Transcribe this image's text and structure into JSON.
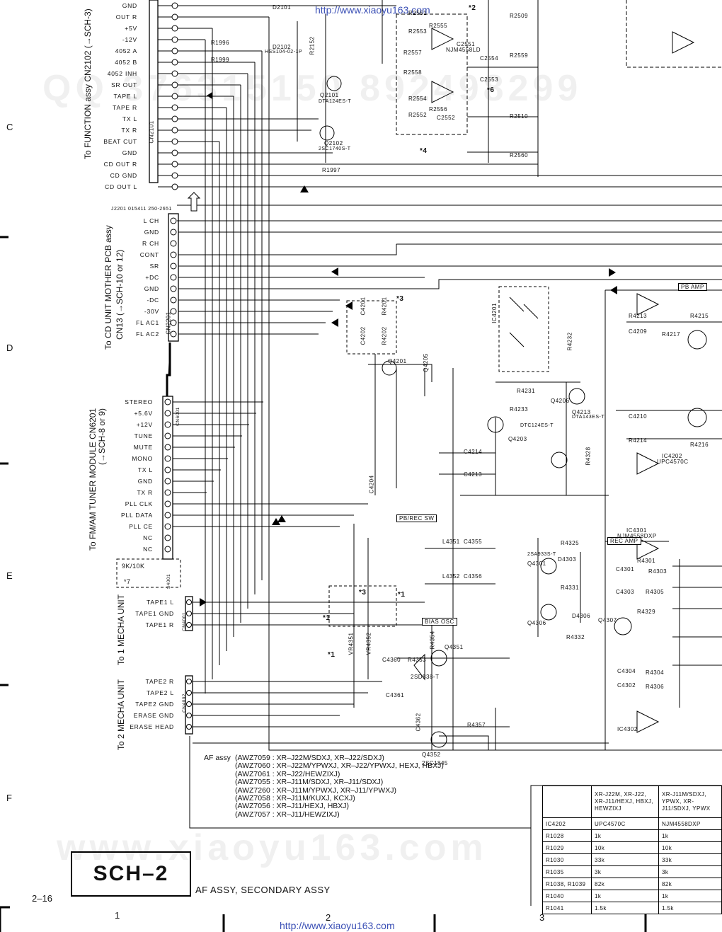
{
  "sheet": {
    "id": "SCH–2",
    "title": "AF ASSY, SECONDARY ASSY",
    "page": "2–16",
    "row_marks": [
      "C",
      "D",
      "E",
      "F"
    ],
    "col_marks": [
      "1",
      "2",
      "3"
    ],
    "url_top": "http://www.xiaoyu163.com",
    "url_bottom": "http://www.xiaoyu163.com",
    "watermark_main": "www.xiaoyu163.com",
    "watermark_qq": "QQ 376315150  892498299"
  },
  "connectors": {
    "function": {
      "label": "To FUNCTION assy CN2102 (→SCH-3)",
      "ref": "CN2101",
      "pins": [
        "GND",
        "OUT R",
        "+5V",
        "-12V",
        "4052 A",
        "4052 B",
        "4052 INH",
        "SR OUT",
        "TAPE L",
        "TAPE R",
        "TX L",
        "TX R",
        "BEAT CUT",
        "GND",
        "CD OUT R",
        "CD GND",
        "CD OUT L"
      ]
    },
    "cd_mother": {
      "label": "To CD UNIT MOTHER PCB assy",
      "label2": "CN13 (→SCH-10 or 12)",
      "ref": "CN2201",
      "header": "J2201 015411 250-2651",
      "pins": [
        "L CH",
        "GND",
        "R CH",
        "CONT",
        "SR",
        "+DC",
        "GND",
        "-DC",
        "-30V",
        "FL AC1",
        "FL AC2"
      ]
    },
    "tuner": {
      "label": "To FM/AM TUNER MODULE CN6201",
      "label2": "(→SCH-8 or 9)",
      "ref": "CN6001",
      "pins": [
        "STEREO",
        "+5.6V",
        "+12V",
        "TUNE",
        "MUTE",
        "MONO",
        "TX L",
        "GND",
        "TX R",
        "PLL CLK",
        "PLL DATA",
        "PLL CE",
        "NC",
        "NC"
      ]
    },
    "switch_9k": {
      "label": "9K/10K",
      "mark": "*7",
      "ref": "S4001"
    },
    "mecha1": {
      "label": "To 1 MECHA UNIT",
      "ref": "CN4001",
      "pins": [
        "TAPE1 L",
        "TAPE1 GND",
        "TAPE1 R"
      ]
    },
    "mecha2": {
      "label": "To 2 MECHA UNIT",
      "ref": "CN4002",
      "pins": [
        "TAPE2 R",
        "TAPE2 L",
        "TAPE2 GND",
        "ERASE GND",
        "ERASE HEAD"
      ]
    }
  },
  "blocks": {
    "pb_amp": "PB AMP",
    "rec_amp": "REC AMP",
    "pb_rec_sw": "PB/REC SW",
    "bias_osc": "BIAS OSC"
  },
  "parts_labels": [
    "R2551",
    "R2553",
    "R2555",
    "R2557",
    "R2558",
    "R2554",
    "R2552",
    "R2556",
    "C2551",
    "C2552",
    "C2553",
    "C2554",
    "NJM4558LD",
    "R2509",
    "R2559",
    "R2510",
    "R2560",
    "Q2101",
    "Q2102",
    "DTA124ES-T",
    "2SC1740S-T",
    "D2101",
    "D2102",
    "HSS104-02-1P",
    "R1996",
    "R1999",
    "R1997",
    "R2152",
    "IC4201",
    "IC4202",
    "UPC4570C",
    "R4213",
    "R4215",
    "R4217",
    "C4209",
    "C4210",
    "R4214",
    "R4216",
    "Q4201",
    "Q4203",
    "Q4205",
    "Q4206",
    "Q4213",
    "DTC124ES-T",
    "DTA143ES-T",
    "R4231",
    "R4232",
    "R4233",
    "C4213",
    "C4214",
    "C4204",
    "C4202",
    "C4201",
    "R4201",
    "R4202",
    "IC4301",
    "NJM4558DXP",
    "R4301",
    "R4303",
    "R4305",
    "R4325",
    "R4329",
    "R4331",
    "R4332",
    "C4301",
    "C4303",
    "Q4301",
    "Q4306",
    "Q4307",
    "D4303",
    "D4306",
    "2SA933S-T",
    "L4351",
    "L4352",
    "C4355",
    "C4356",
    "C4360",
    "C4361",
    "C4362",
    "Q4351",
    "Q4352",
    "R4353",
    "R4354",
    "R4357",
    "2SD838-T",
    "2SC1845",
    "IC4302",
    "R4304",
    "R4306",
    "C4302",
    "C4304",
    "VR4351",
    "VR4352",
    "R4328"
  ],
  "marks": {
    "top_notes": [
      "*2",
      "*6",
      "*4",
      "*3",
      "*1",
      "*3",
      "*1",
      "*1"
    ],
    "arrow_note": "⇧"
  },
  "af_assy_variants": {
    "heading": "AF assy",
    "items": [
      "(AWZ7059 : XR–J22M/SDXJ, XR–J22/SDXJ)",
      "(AWZ7060 : XR–J22M/YPWXJ, XR–J22/YPWXJ, HEXJ, HBXJ)",
      "(AWZ7061 : XR–J22/HEWZIXJ)",
      "(AWZ7055 : XR–J11M/SDXJ, XR–J11/SDXJ)",
      "(AWZ7260 : XR–J11M/YPWXJ, XR–J11/YPWXJ)",
      "(AWZ7058 : XR–J11M/KUXJ, KCXJ)",
      "(AWZ7056 : XR–J11/HEXJ, HBXJ)",
      "(AWZ7057 : XR–J11/HEWZIXJ)"
    ]
  },
  "parts_table": {
    "header": [
      "",
      "XR-J22M, XR-J22, XR-J11/HEXJ, HBXJ, HEWZIXJ",
      "XR-J11M/SDXJ, YPWX, XR-J11/SDXJ, YPWX"
    ],
    "rows": [
      [
        "IC4202",
        "UPC4570C",
        "NJM4558DXP"
      ],
      [
        "R1028",
        "1k",
        "1k"
      ],
      [
        "R1029",
        "10k",
        "10k"
      ],
      [
        "R1030",
        "33k",
        "33k"
      ],
      [
        "R1035",
        "3k",
        "3k"
      ],
      [
        "R1038, R1039",
        "82k",
        "82k"
      ],
      [
        "R1040",
        "1k",
        "1k"
      ],
      [
        "R1041",
        "1.5k",
        "1.5k"
      ]
    ]
  }
}
